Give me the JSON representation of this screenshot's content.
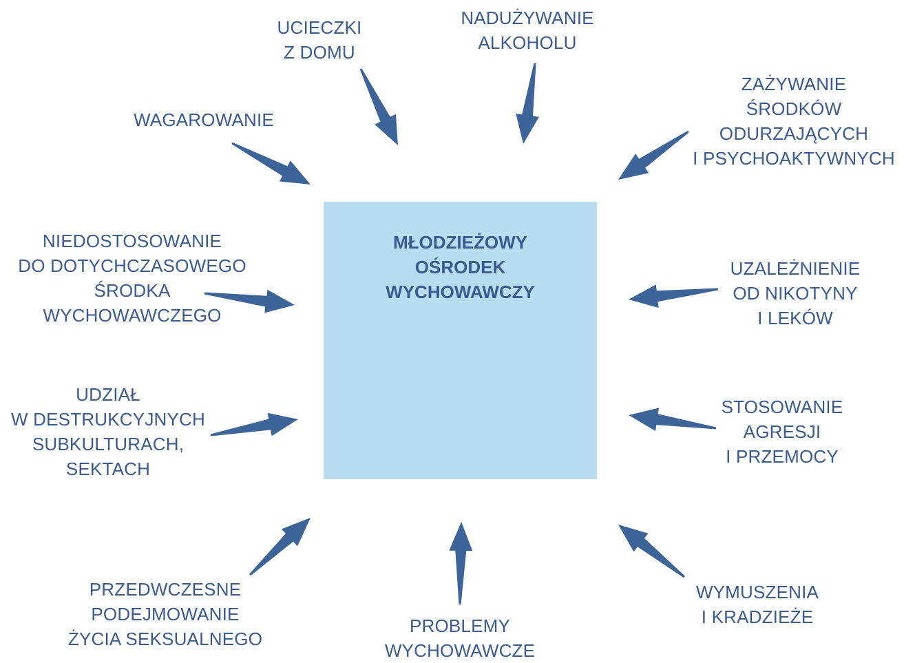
{
  "center": {
    "title_lines": [
      "MŁODZIEŻOWY",
      "OŚRODEK",
      "WYCHOWAWCZY"
    ],
    "icon": "school-building-icon"
  },
  "factors": [
    {
      "key": "ucieczki",
      "lines": [
        "UCIECZKI",
        "Z DOMU"
      ]
    },
    {
      "key": "alkohol",
      "lines": [
        "NADUŻYWANIE",
        "ALKOHOLU"
      ]
    },
    {
      "key": "wagarowanie",
      "lines": [
        "WAGAROWANIE"
      ]
    },
    {
      "key": "srodki",
      "lines": [
        "ZAŻYWANIE",
        "ŚRODKÓW",
        "ODURZAJĄCYCH",
        "I PSYCHOAKTYWNYCH"
      ]
    },
    {
      "key": "niedostosowanie",
      "lines": [
        "NIEDOSTOSOWANIE",
        "DO DOTYCHCZASOWEGO",
        "ŚRODKA",
        "WYCHOWAWCZEGO"
      ]
    },
    {
      "key": "nikotyna",
      "lines": [
        "UZALEŻNIENIE",
        "OD NIKOTYNY",
        "I LEKÓW"
      ]
    },
    {
      "key": "subkultury",
      "lines": [
        "UDZIAŁ",
        "W DESTRUKCYJNYCH",
        "SUBKULTURACH,",
        "SEKTACH"
      ]
    },
    {
      "key": "agresja",
      "lines": [
        "STOSOWANIE",
        "AGRESJI",
        "I PRZEMOCY"
      ]
    },
    {
      "key": "seksualne",
      "lines": [
        "PRZEDWCZESNE",
        "PODEJMOWANIE",
        "ŻYCIA SEKSUALNEGO"
      ]
    },
    {
      "key": "problemy",
      "lines": [
        "PROBLEMY",
        "WYCHOWAWCZE"
      ]
    },
    {
      "key": "wymuszenia",
      "lines": [
        "WYMUSZENIA",
        "I KRADZIEŻE"
      ]
    }
  ],
  "colors": {
    "text": "#3a5a92",
    "arrow": "#3d6499",
    "box": "#b8dcf1",
    "building": "#3d6499",
    "window": "#ffffff"
  }
}
